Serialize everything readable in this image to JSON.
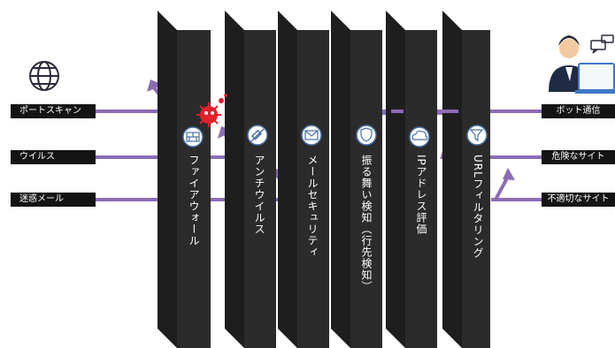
{
  "threats_left": [
    {
      "label": "ポートスキャン"
    },
    {
      "label": "ウイルス"
    },
    {
      "label": "迷惑メール"
    }
  ],
  "threats_right": [
    {
      "label": "ボット通信"
    },
    {
      "label": "危険なサイト"
    },
    {
      "label": "不適切なサイト"
    }
  ],
  "walls": [
    {
      "name": "ファイアウォール",
      "icon": "firewall-icon"
    },
    {
      "name": "アンチウイルス",
      "icon": "syringe-icon"
    },
    {
      "name": "メールセキュリティ",
      "icon": "envelope-shield-icon"
    },
    {
      "name": "振る舞い検知（行先検知）",
      "icon": "shield-icon"
    },
    {
      "name": "IPアドレス評価",
      "icon": "cloud-database-icon"
    },
    {
      "name": "URLフィルタリング",
      "icon": "funnel-icon"
    }
  ],
  "colors": {
    "flow": "#8a6cb4",
    "wall_front": "#2b2b2b",
    "wall_side": "#4a4a4a",
    "label_bg": "#141414",
    "virus": "#e0202a"
  },
  "icons": {
    "globe": "globe-icon",
    "user": "user-at-computer-icon",
    "virus": "virus-icon"
  }
}
